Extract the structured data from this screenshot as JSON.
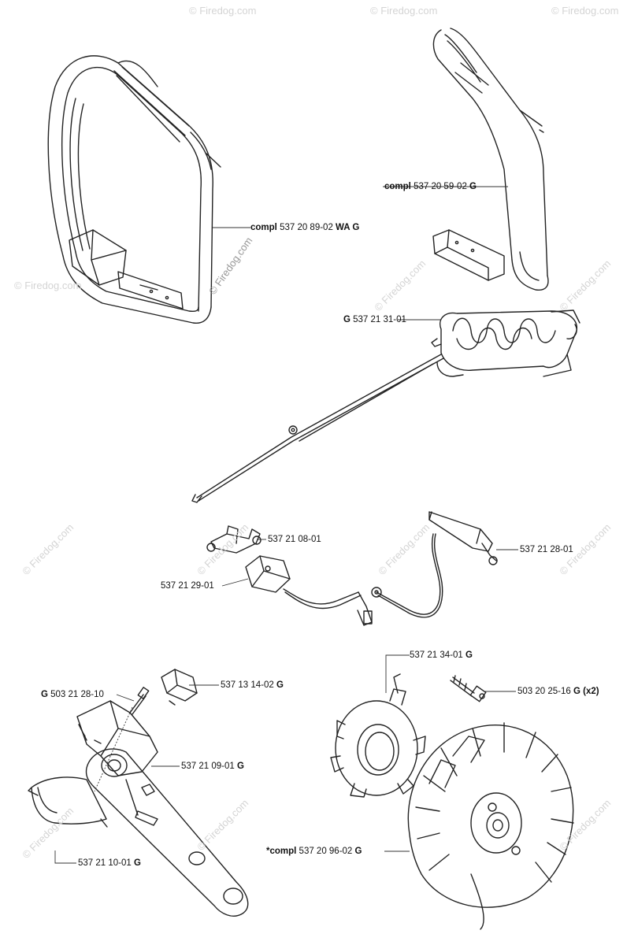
{
  "watermark": "© Firedog.com",
  "parts": [
    {
      "pre": "compl ",
      "num": "537 20 89-02",
      "suf": " WA G"
    },
    {
      "pre": "compl ",
      "num": "537 20 59-02",
      "suf": " G"
    },
    {
      "pre": "G ",
      "num": "537 21 31-01",
      "suf": ""
    },
    {
      "pre": "",
      "num": "537 21 08-01",
      "suf": ""
    },
    {
      "pre": "",
      "num": "537 21 28-01",
      "suf": ""
    },
    {
      "pre": "",
      "num": "537 21 29-01",
      "suf": ""
    },
    {
      "pre": "",
      "num": "537 21 34-01",
      "suf": " G"
    },
    {
      "pre": "G ",
      "num": "503 21 28-10",
      "suf": ""
    },
    {
      "pre": "",
      "num": "537 13 14-02",
      "suf": " G"
    },
    {
      "pre": "",
      "num": "503 20 25-16",
      "suf": " G (x2)"
    },
    {
      "pre": "",
      "num": "537 21 09-01",
      "suf": " G"
    },
    {
      "pre": "*compl ",
      "num": "537 20 96-02",
      "suf": " G"
    },
    {
      "pre": "",
      "num": "537 21 10-01",
      "suf": " G"
    }
  ]
}
